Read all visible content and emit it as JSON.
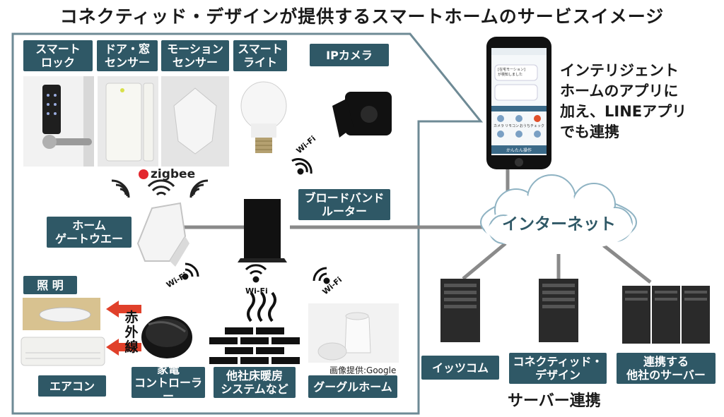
{
  "title": "コネクティッド・デザインが提供するスマートホームのサービスイメージ",
  "devices": {
    "smart_lock": "スマート\nロック",
    "door_window_sensor": "ドア・窓\nセンサー",
    "motion_sensor": "モーション\nセンサー",
    "smart_light": "スマート\nライト",
    "ip_camera": "IPカメラ",
    "home_gateway": "ホーム\nゲートウエー",
    "broadband_router": "ブロードバンド\nルーター",
    "lighting": "照 明",
    "air_conditioner": "エアコン",
    "appliance_controller": "家電\nコントローラー",
    "floor_heating": "他社床暖房\nシステムなど",
    "google_home": "グーグルホーム"
  },
  "zigbee_label": "zigbee",
  "wifi_label": "Wi-Fi",
  "infrared_label": "赤\n外\n線",
  "image_credit": "画像提供:Google",
  "app_note": "インテリジェント\nホームのアプリに\n加え、LINEアプリ\nでも連携",
  "internet_label": "インターネット",
  "servers": {
    "itscom": "イッツコム",
    "connected_design": "コネクティッド・\nデザイン",
    "partners": "連携する\n他社のサーバー"
  },
  "server_link_label": "サーバー連携",
  "phone_screen": {
    "row1": "[在宅モーション]",
    "row2": "が検知しました",
    "btn1": "カメラ",
    "btn2": "リモコン",
    "btn3": "おうちチェック",
    "bottom": "かんたん操作"
  },
  "colors": {
    "tag": "#2f5866",
    "outline": "#6e8a95",
    "link": "#8a8a8a"
  }
}
